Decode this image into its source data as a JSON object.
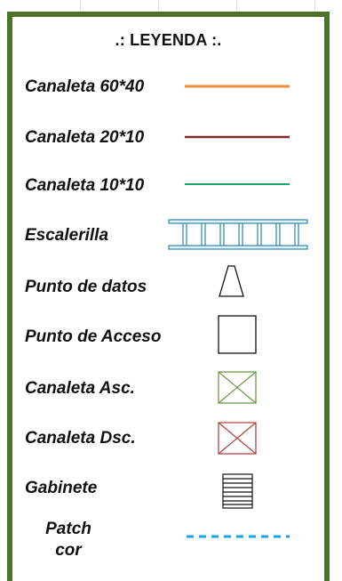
{
  "legend": {
    "title": ".: LEYENDA :.",
    "items": [
      {
        "label": "Canaleta 60*40",
        "icon": "orange-line",
        "color": "#f28a3c"
      },
      {
        "label": "Canaleta 20*10",
        "icon": "dark-red-line",
        "color": "#7a2d2d"
      },
      {
        "label": "Canaleta 10*10",
        "icon": "green-line",
        "color": "#19a66b"
      },
      {
        "label": "Escalerilla",
        "icon": "cable-ladder",
        "color": "#3b8fb0"
      },
      {
        "label": "Punto de datos",
        "icon": "trapezoid",
        "color": "#111111"
      },
      {
        "label": "Punto de Acceso",
        "icon": "square",
        "color": "#111111"
      },
      {
        "label": "Canaleta Asc.",
        "icon": "crossed-box-green",
        "color": "#6e9a4a"
      },
      {
        "label": "Canaleta Dsc.",
        "icon": "crossed-box-red",
        "color": "#b04646"
      },
      {
        "label": "Gabinete",
        "icon": "cabinet",
        "color": "#111111"
      },
      {
        "label_line1": "Patch",
        "label_line2": "cor",
        "icon": "dashed-line",
        "color": "#1aa3e8"
      }
    ]
  }
}
